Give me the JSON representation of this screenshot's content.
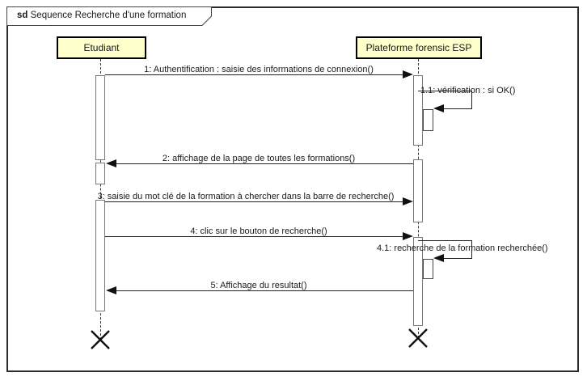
{
  "frame": {
    "keyword": "sd",
    "title": "Sequence Recherche d'une formation"
  },
  "lifelines": [
    {
      "id": "etudiant",
      "label": "Etudiant"
    },
    {
      "id": "plateforme",
      "label": "Plateforme forensic ESP"
    }
  ],
  "messages": [
    {
      "seq": "1",
      "label": "1: Authentification : saisie des informations de connexion()",
      "from": "etudiant",
      "to": "plateforme",
      "kind": "sync"
    },
    {
      "seq": "1.1",
      "label": "1.1: vérification : si OK()",
      "from": "plateforme",
      "to": "plateforme",
      "kind": "self"
    },
    {
      "seq": "2",
      "label": "2: affichage de la page de toutes les formations()",
      "from": "plateforme",
      "to": "etudiant",
      "kind": "sync"
    },
    {
      "seq": "3",
      "label": "3: saisie du mot clé de la formation à chercher dans la barre de recherche()",
      "from": "etudiant",
      "to": "plateforme",
      "kind": "sync"
    },
    {
      "seq": "4",
      "label": "4: clic sur le bouton de recherche()",
      "from": "etudiant",
      "to": "plateforme",
      "kind": "sync"
    },
    {
      "seq": "4.1",
      "label": "4.1: recherche de la formation recherchée()",
      "from": "plateforme",
      "to": "plateforme",
      "kind": "self"
    },
    {
      "seq": "5",
      "label": "5: Affichage du resultat()",
      "from": "plateforme",
      "to": "etudiant",
      "kind": "sync"
    }
  ],
  "end_events": [
    {
      "lifeline": "etudiant",
      "type": "destruction"
    },
    {
      "lifeline": "plateforme",
      "type": "destruction"
    }
  ],
  "colors": {
    "background": "#ffffff",
    "lifeline_fill": "#ffffcc",
    "box_border": "#000000",
    "activation_border": "#777777",
    "ink": "#1a1a1a"
  }
}
